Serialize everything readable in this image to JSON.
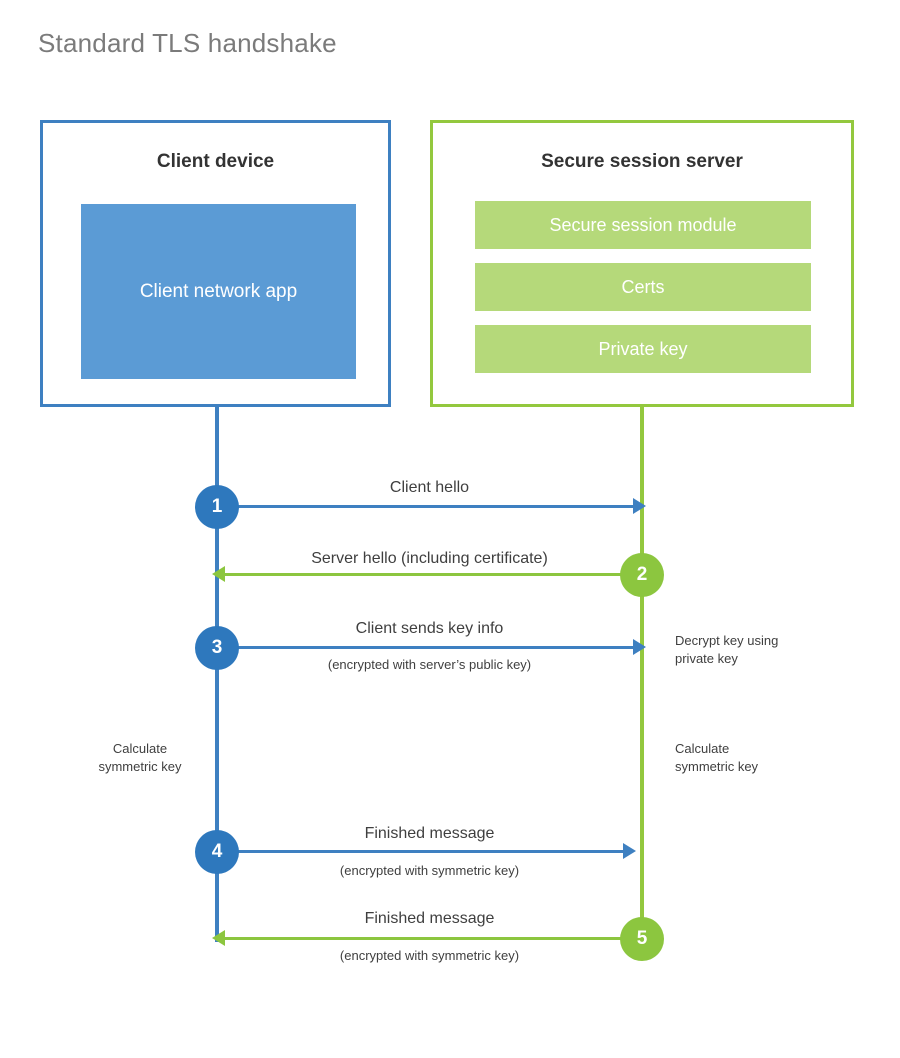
{
  "title": "Standard TLS handshake",
  "colors": {
    "client_border": "#3E80C1",
    "client_fill": "#5B9BD5",
    "client_circle": "#2E78BD",
    "server_border": "#93C83E",
    "server_fill": "#B5D97A",
    "server_circle": "#8CC63F",
    "title_text": "#7b7b7b",
    "body_text": "#3f3f3f"
  },
  "client": {
    "title": "Client device",
    "app_label": "Client network app"
  },
  "server": {
    "title": "Secure session server",
    "modules": [
      "Secure session module",
      "Certs",
      "Private key"
    ]
  },
  "steps": [
    {
      "number": "1",
      "side": "client",
      "direction": "right",
      "label": "Client hello",
      "sublabel": ""
    },
    {
      "number": "2",
      "side": "server",
      "direction": "left",
      "label": "Server hello (including certificate)",
      "sublabel": ""
    },
    {
      "number": "3",
      "side": "client",
      "direction": "right",
      "label": "Client sends key info",
      "sublabel": "(encrypted with server’s public key)"
    },
    {
      "number": "4",
      "side": "client",
      "direction": "right",
      "label": "Finished message",
      "sublabel": "(encrypted with symmetric key)"
    },
    {
      "number": "5",
      "side": "server",
      "direction": "left",
      "label": "Finished message",
      "sublabel": "(encrypted with symmetric key)"
    }
  ],
  "annotations": {
    "decrypt_key": "Decrypt key using\nprivate key",
    "decrypt_key_line1": "Decrypt key using",
    "decrypt_key_line2": "private key",
    "client_calculate_line1": "Calculate",
    "client_calculate_line2": "symmetric key",
    "server_calculate_line1": "Calculate",
    "server_calculate_line2": "symmetric key"
  }
}
